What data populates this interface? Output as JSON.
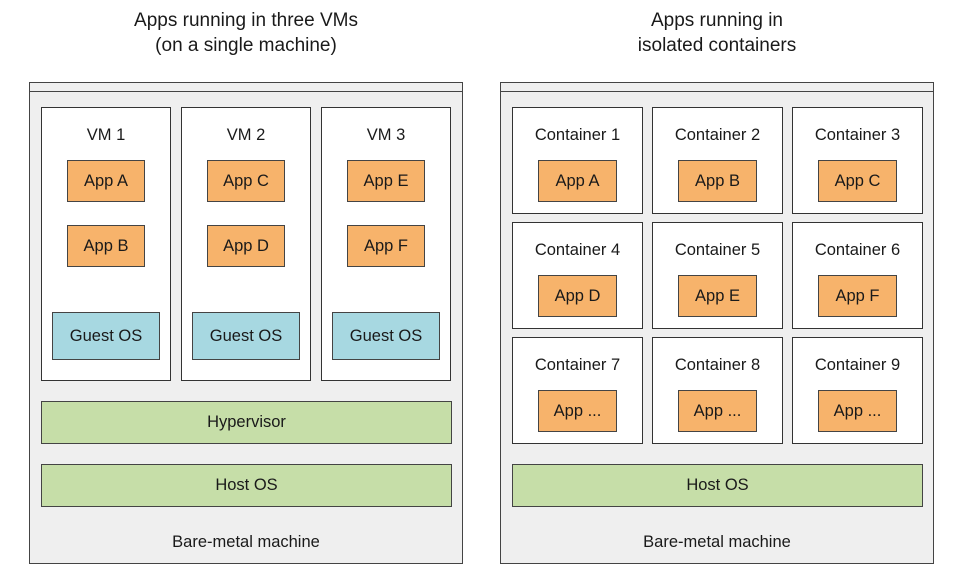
{
  "left": {
    "title_line1": "Apps running in three VMs",
    "title_line2": "(on a single machine)",
    "vms": [
      {
        "label": "VM 1",
        "apps": [
          "App A",
          "App B"
        ],
        "guest_os": "Guest OS"
      },
      {
        "label": "VM 2",
        "apps": [
          "App C",
          "App D"
        ],
        "guest_os": "Guest OS"
      },
      {
        "label": "VM 3",
        "apps": [
          "App E",
          "App F"
        ],
        "guest_os": "Guest OS"
      }
    ],
    "hypervisor": "Hypervisor",
    "host_os": "Host OS",
    "machine": "Bare-metal machine"
  },
  "right": {
    "title_line1": "Apps running in",
    "title_line2": "isolated containers",
    "containers": [
      {
        "label": "Container 1",
        "app": "App A"
      },
      {
        "label": "Container 2",
        "app": "App B"
      },
      {
        "label": "Container 3",
        "app": "App C"
      },
      {
        "label": "Container 4",
        "app": "App D"
      },
      {
        "label": "Container 5",
        "app": "App E"
      },
      {
        "label": "Container 6",
        "app": "App F"
      },
      {
        "label": "Container 7",
        "app": "App ..."
      },
      {
        "label": "Container 8",
        "app": "App ..."
      },
      {
        "label": "Container 9",
        "app": "App ..."
      }
    ],
    "host_os": "Host OS",
    "machine": "Bare-metal machine"
  },
  "colors": {
    "app": "#f7b36b",
    "guest_os": "#a7d8e1",
    "host_layers": "#c6dea8",
    "machine": "#efefef"
  }
}
